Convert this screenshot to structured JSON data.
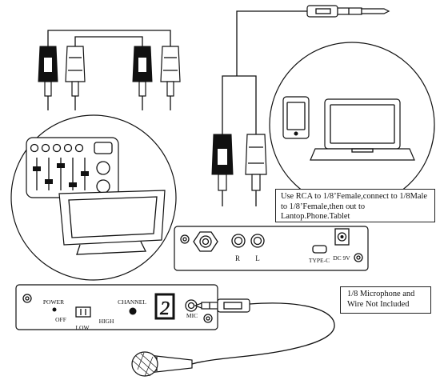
{
  "callouts": {
    "connection_note": "Use RCA to 1/8’Female,connect to 1/8Male to 1/8’Female,then out to Lantop.Phone.Tablet",
    "mic_note": "1/8  Microphone and Wire Not Included"
  },
  "receiver_panel": {
    "label_right": "R",
    "label_left": "L",
    "label_usb": "TYPE-C",
    "label_power": "DC 9V"
  },
  "transmitter_panel": {
    "label_power": "POWER",
    "label_off": "OFF",
    "label_low": "LOW",
    "label_high": "HIGH",
    "label_channel": "CHANNEL",
    "channel_display": "2",
    "label_mic": "MIC"
  },
  "icons": [
    "mixer-with-monitor",
    "smartphone",
    "laptop",
    "rca-plugs",
    "audio-jack-plug",
    "microphone"
  ]
}
